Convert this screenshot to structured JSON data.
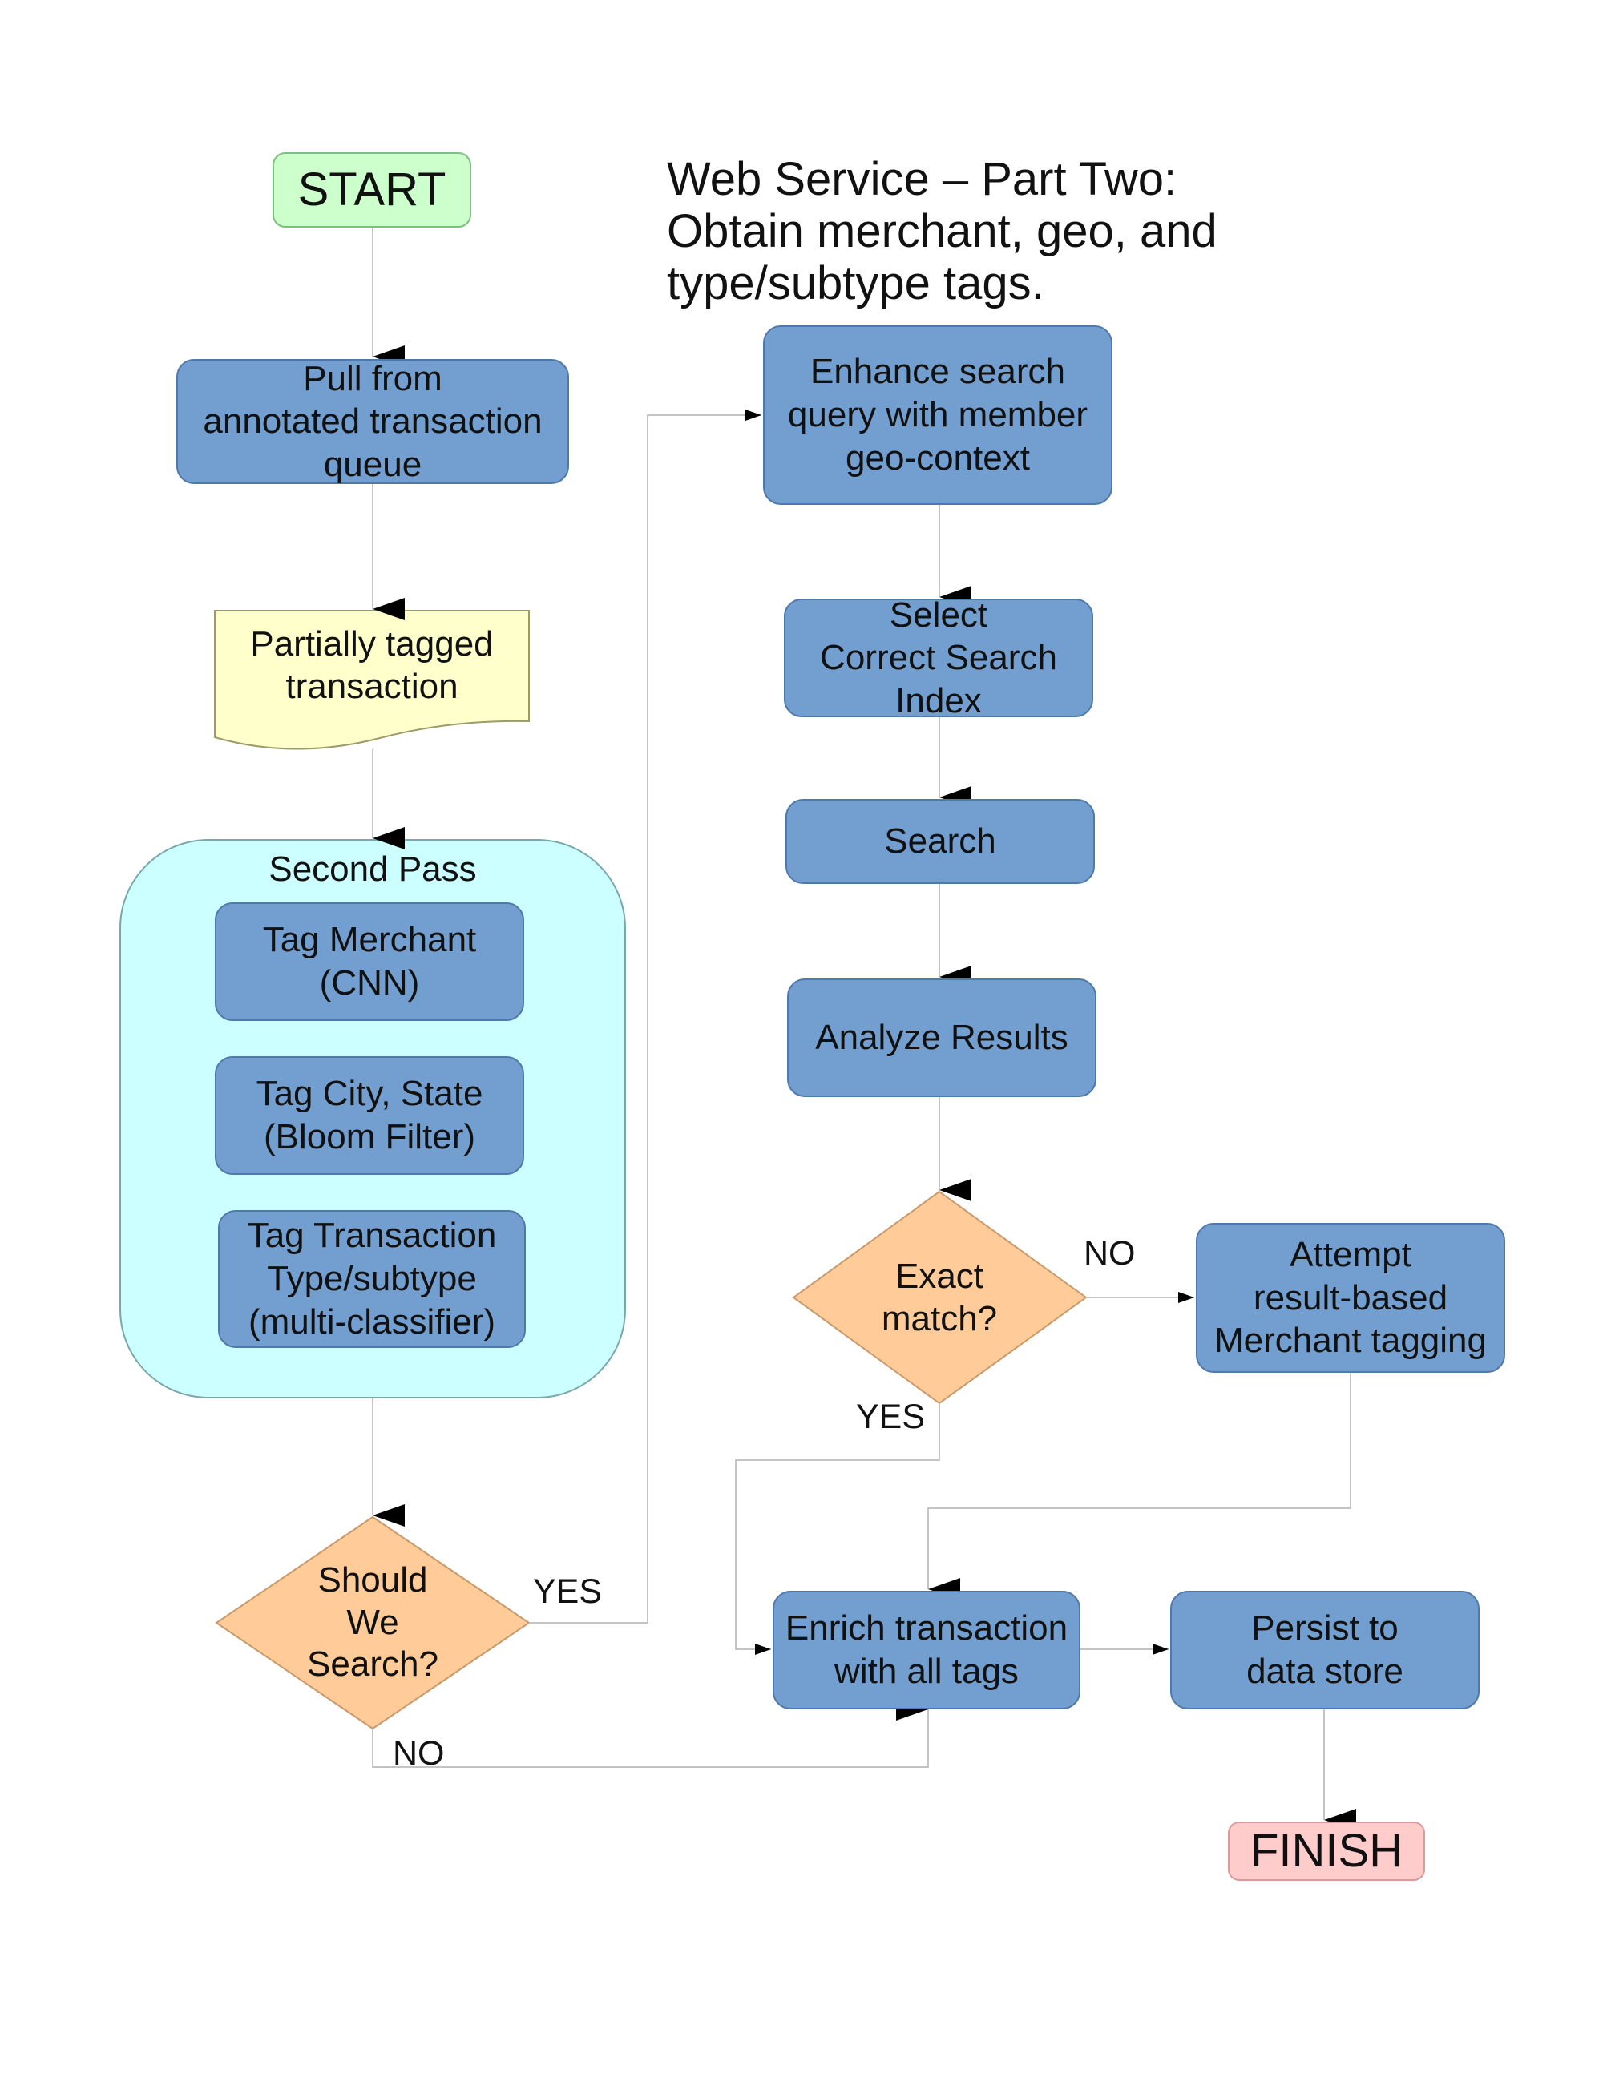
{
  "title": {
    "lines": [
      "Web Service – Part Two:",
      "Obtain merchant, geo, and",
      "type/subtype tags."
    ]
  },
  "nodes": {
    "start": "START",
    "pull_queue": "Pull from\nannotated transaction\nqueue",
    "partial_doc": "Partially tagged\ntransaction",
    "second_pass": "Second Pass",
    "tag_merchant": "Tag Merchant\n(CNN)",
    "tag_city": "Tag City, State\n(Bloom Filter)",
    "tag_type": "Tag Transaction\nType/subtype\n(multi-classifier)",
    "should_search": "Should\nWe\nSearch?",
    "enhance_query": "Enhance search\nquery with member\ngeo-context",
    "select_index": "Select\nCorrect Search\nIndex",
    "search": "Search",
    "analyze": "Analyze Results",
    "exact_match": "Exact\nmatch?",
    "attempt_tagging": "Attempt\nresult-based\nMerchant tagging",
    "enrich": "Enrich transaction\nwith all tags",
    "persist": "Persist to\ndata store",
    "finish": "FINISH"
  },
  "edge_labels": {
    "should_yes": "YES",
    "should_no": "NO",
    "exact_no": "NO",
    "exact_yes": "YES"
  },
  "colors": {
    "process_fill": "#729fcf",
    "process_border": "#4f79aa",
    "start_fill": "#ccffcc",
    "finish_fill": "#ffcccc",
    "document_fill": "#ffffcc",
    "group_fill": "#ccffff",
    "decision_fill": "#ffcc99",
    "connector": "#c4c4c4",
    "arrowhead": "#000000"
  }
}
